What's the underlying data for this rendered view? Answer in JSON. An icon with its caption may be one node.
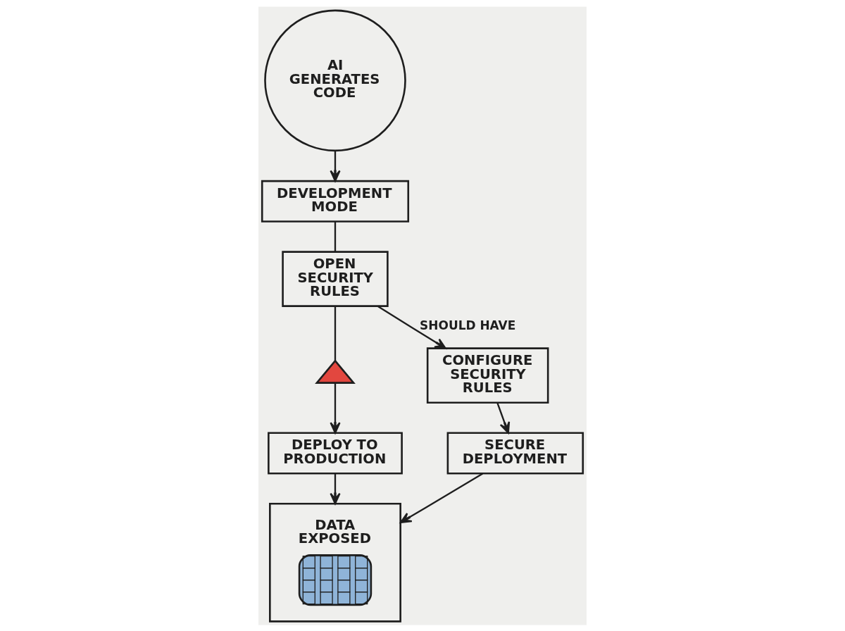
{
  "diagram": {
    "nodes": [
      {
        "text": [
          "AI GENERATES CODE"
        ]
      },
      {
        "text": [
          "DEVELOPMENT MODE"
        ]
      },
      {
        "text": [
          "OPEN SECURITY RULES"
        ]
      },
      {
        "text": [],
        "shape": "triangle"
      },
      {
        "text": [
          "CONFIGURE SECURITY RULES"
        ]
      },
      {
        "text": [
          "DEPLOY TO PRODUCTION"
        ]
      },
      {
        "text": [
          "SECURE DEPLOYMENT"
        ]
      },
      {
        "text": [
          "DATA EXPOSED"
        ]
      }
    ],
    "edges": [
      {
        "from": 0,
        "to": 1,
        "arrow": "to"
      },
      {
        "from": 1,
        "to": 2,
        "arrow": "none"
      },
      {
        "from": 2,
        "to": 3,
        "arrow": "none"
      },
      {
        "from": 2,
        "to": 4,
        "arrow": "to",
        "label": "SHOULD HAVE"
      },
      {
        "from": 3,
        "to": 5,
        "arrow": "to"
      },
      {
        "from": 4,
        "to": 6,
        "arrow": "to"
      },
      {
        "from": 5,
        "to": 7,
        "arrow": "to"
      },
      {
        "from": 6,
        "to": 7,
        "arrow": "to"
      }
    ]
  }
}
